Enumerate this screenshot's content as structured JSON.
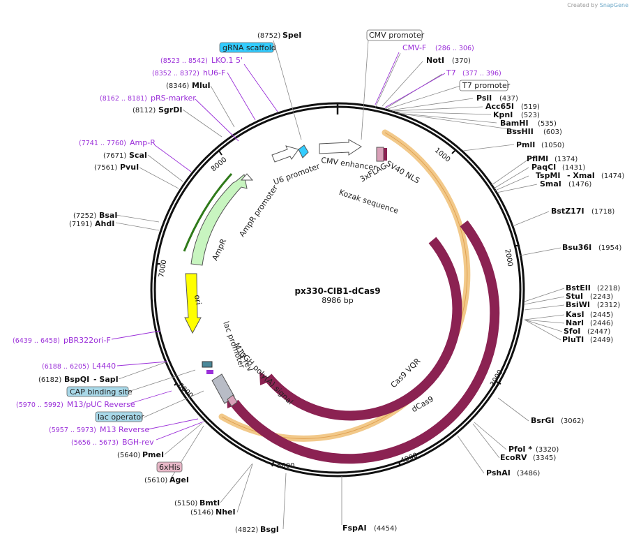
{
  "credit": {
    "prefix": "Created by",
    "brand": "SnapGene"
  },
  "plasmid": {
    "name": "px330-CIB1-dCas9",
    "length": "8986 bp"
  },
  "ticks": [
    "1000",
    "2000",
    "3000",
    "4000",
    "5000",
    "6000",
    "7000",
    "8000"
  ],
  "sites": [
    {
      "name": "SpeI",
      "pos": "(8752)"
    },
    {
      "name": "NotI",
      "pos": "(370)"
    },
    {
      "name": "PsiI",
      "pos": "(437)"
    },
    {
      "name": "Acc65I",
      "pos": "(519)"
    },
    {
      "name": "KpnI",
      "pos": "(523)"
    },
    {
      "name": "BamHI",
      "pos": "(535)"
    },
    {
      "name": "BssHII",
      "pos": "(603)"
    },
    {
      "name": "PmlI",
      "pos": "(1050)"
    },
    {
      "name": "PflMI",
      "pos": "(1374)"
    },
    {
      "name": "PaqCI",
      "pos": "(1431)"
    },
    {
      "name": "TspMI",
      "pos": ""
    },
    {
      "name": "- XmaI",
      "pos": "(1474)"
    },
    {
      "name": "SmaI",
      "pos": "(1476)"
    },
    {
      "name": "BstZ17I",
      "pos": "(1718)"
    },
    {
      "name": "Bsu36I",
      "pos": "(1954)"
    },
    {
      "name": "BstEII",
      "pos": "(2218)"
    },
    {
      "name": "StuI",
      "pos": "(2243)"
    },
    {
      "name": "BsiWI",
      "pos": "(2312)"
    },
    {
      "name": "KasI",
      "pos": "(2445)"
    },
    {
      "name": "NarI",
      "pos": "(2446)"
    },
    {
      "name": "SfoI",
      "pos": "(2447)"
    },
    {
      "name": "PluTI",
      "pos": "(2449)"
    },
    {
      "name": "BsrGI",
      "pos": "(3062)"
    },
    {
      "name": "PfoI *",
      "pos": "(3320)"
    },
    {
      "name": "EcoRV",
      "pos": "(3345)"
    },
    {
      "name": "PshAI",
      "pos": "(3486)"
    },
    {
      "name": "FspAI",
      "pos": "(4454)"
    },
    {
      "name": "BsgI",
      "pos": "(4822)"
    },
    {
      "name": "BmtI",
      "pos": "(5150)"
    },
    {
      "name": "NheI",
      "pos": "(5146)"
    },
    {
      "name": "AgeI",
      "pos": "(5610)"
    },
    {
      "name": "PmeI",
      "pos": "(5640)"
    },
    {
      "name": "BspQI",
      "pos": "(6182)"
    },
    {
      "name": "- SapI",
      "pos": ""
    },
    {
      "name": "AhdI",
      "pos": "(7191)"
    },
    {
      "name": "BsaI",
      "pos": "(7252)"
    },
    {
      "name": "PvuI",
      "pos": "(7561)"
    },
    {
      "name": "ScaI",
      "pos": "(7671)"
    },
    {
      "name": "SgrDI",
      "pos": "(8112)"
    },
    {
      "name": "MluI",
      "pos": "(8346)"
    }
  ],
  "primers": [
    {
      "name": "CMV-F",
      "pos": "(286 .. 306)"
    },
    {
      "name": "T7",
      "pos": "(377 .. 396)"
    },
    {
      "name": "LKO.1 5'",
      "pos": "(8523 .. 8542)"
    },
    {
      "name": "hU6-F",
      "pos": "(8352 .. 8372)"
    },
    {
      "name": "pRS-marker",
      "pos": "(8162 .. 8181)"
    },
    {
      "name": "Amp-R",
      "pos": "(7741 .. 7760)"
    },
    {
      "name": "pBR322ori-F",
      "pos": "(6439 .. 6458)"
    },
    {
      "name": "L4440",
      "pos": "(6188 .. 6205)"
    },
    {
      "name": "M13/pUC Reverse",
      "pos": "(5970 .. 5992)"
    },
    {
      "name": "M13 Reverse",
      "pos": "(5957 .. 5973)"
    },
    {
      "name": "BGH-rev",
      "pos": "(5656 .. 5673)"
    }
  ],
  "boxed": [
    {
      "name": "CMV promoter",
      "color": "#ffffff"
    },
    {
      "name": "T7 promoter",
      "color": "#ffffff"
    },
    {
      "name": "gRNA scaffold",
      "color": "#33ccff"
    },
    {
      "name": "CAP binding site",
      "color": "#a8d8e8"
    },
    {
      "name": "lac operator",
      "color": "#a8d8e8"
    },
    {
      "name": "6xHis",
      "color": "#e8b8c8"
    }
  ],
  "features": [
    {
      "name": "U6 promoter"
    },
    {
      "name": "CMV enhancer"
    },
    {
      "name": "SV40 NLS"
    },
    {
      "name": "3xFLAG"
    },
    {
      "name": "Kozak sequence"
    },
    {
      "name": "AmpR promoter"
    },
    {
      "name": "AmpR"
    },
    {
      "name": "ori"
    },
    {
      "name": "lac promoter"
    },
    {
      "name": "M13 rev"
    },
    {
      "name": "bGH poly(A) signal"
    },
    {
      "name": "Cas9 VQR"
    },
    {
      "name": "dCas9"
    }
  ],
  "colors": {
    "cas": "#8b2252",
    "highlight": "#f2c98a",
    "ampr": "#c8f5c0",
    "ori": "#ffff00",
    "gRNA": "#33ccff",
    "primer": "#9b30d9"
  }
}
